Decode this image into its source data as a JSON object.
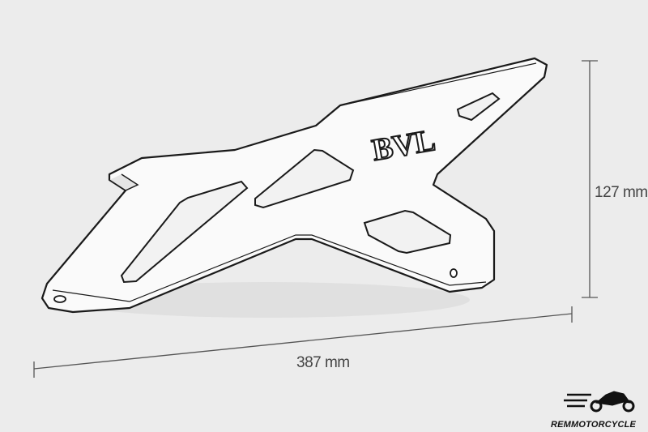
{
  "product": {
    "engraving": "BVL"
  },
  "dimensions": {
    "height_label": "127 mm",
    "length_label": "387 mm"
  },
  "logo": {
    "text": "REMMOTORCYCLE",
    "icon": "motorcycle-icon"
  },
  "colors": {
    "background": "#ececec",
    "line": "#1a1a1a",
    "part_fill": "#fafafa"
  }
}
